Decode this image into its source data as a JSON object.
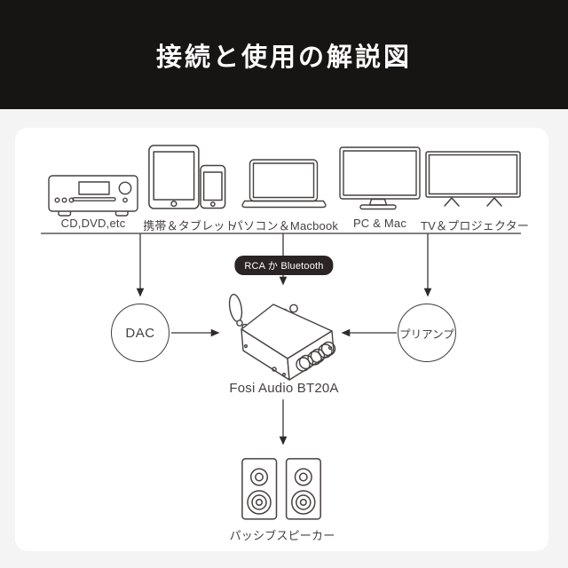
{
  "header": {
    "title": "接続と使用の解説図"
  },
  "sources": {
    "items": [
      {
        "label": "CD,DVD,etc",
        "icon": "cd-player-icon"
      },
      {
        "label": "携帯＆タブレット",
        "icon": "tablet-phone-icon"
      },
      {
        "label": "パソコン＆Macbook",
        "icon": "laptop-icon"
      },
      {
        "label": "PC & Mac",
        "icon": "desktop-monitor-icon"
      },
      {
        "label": "TV＆プロジェクター",
        "icon": "tv-projector-icon"
      }
    ]
  },
  "connection": {
    "badge_label": "RCA か Bluetooth"
  },
  "nodes": {
    "dac_label": "DAC",
    "preamp_label": "プリアンプ",
    "amplifier_label": "Fosi Audio BT20A",
    "speakers_label": "パッシブスピーカー"
  },
  "colors": {
    "header_bg": "#171414",
    "page_bg": "#f4f4f4",
    "panel_bg": "#ffffff",
    "line_color": "#413e3d",
    "badge_bg": "#2b2424",
    "badge_text": "#ffffff",
    "label_text": "#454140"
  }
}
